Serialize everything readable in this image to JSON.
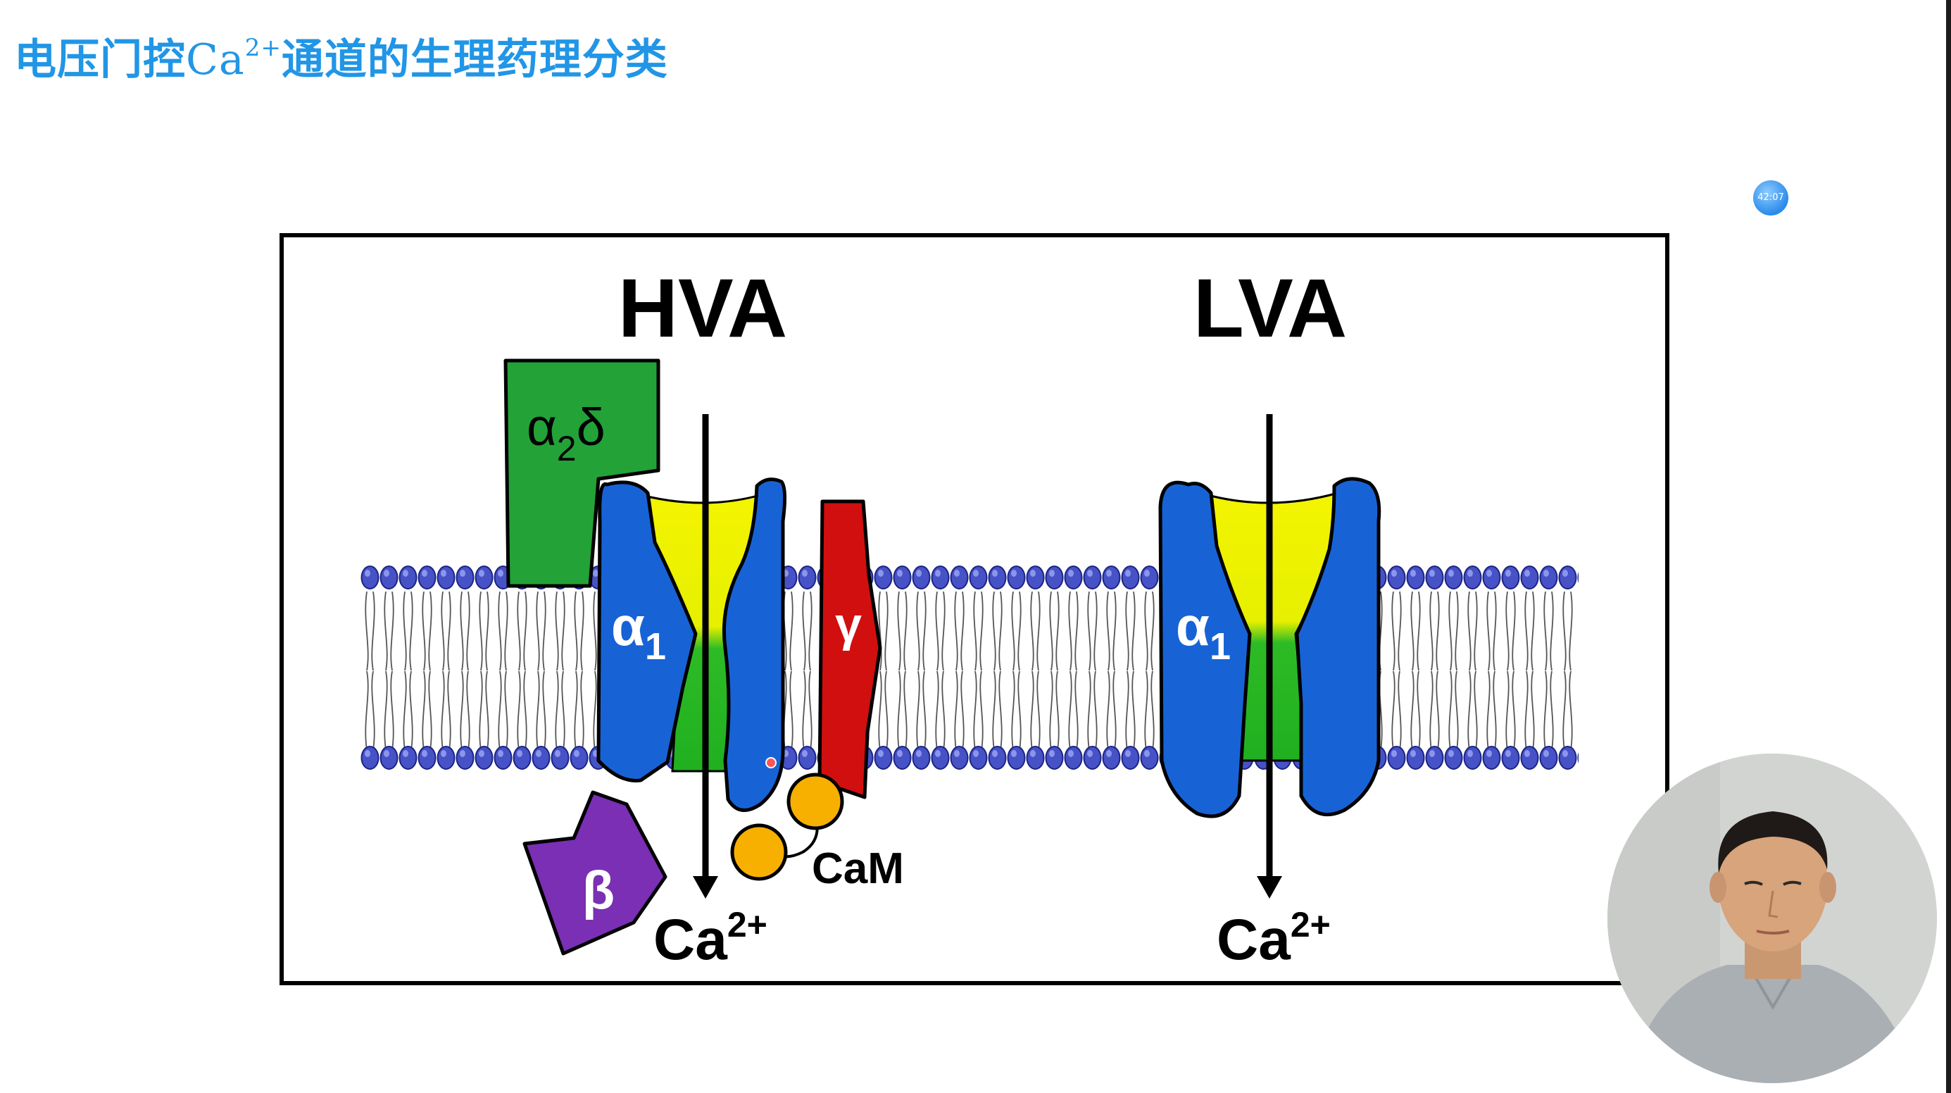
{
  "slide": {
    "title_part1": "电压门控",
    "title_ion": "Ca",
    "title_charge": "2+",
    "title_part2": "通道的生理药理分类"
  },
  "player": {
    "timer": "42:07"
  },
  "diagram": {
    "hva_label": "HVA",
    "lva_label": "LVA",
    "alpha2delta": "α",
    "alpha2delta_sub": "2",
    "alpha2delta_delta": "δ",
    "alpha1": "α",
    "alpha1_sub": "1",
    "gamma": "γ",
    "beta": "β",
    "cam": "CaM",
    "ca_ion": "Ca",
    "ca_charge": "2+",
    "colors": {
      "alpha1": "#1763d6",
      "alpha2delta": "#23a238",
      "gamma": "#d10f0f",
      "beta": "#7a2fb4",
      "cam": "#f8b000",
      "pore_outer": "#f3f300",
      "pore_inner": "#28b928",
      "lipid_head": "#4652c6"
    }
  }
}
